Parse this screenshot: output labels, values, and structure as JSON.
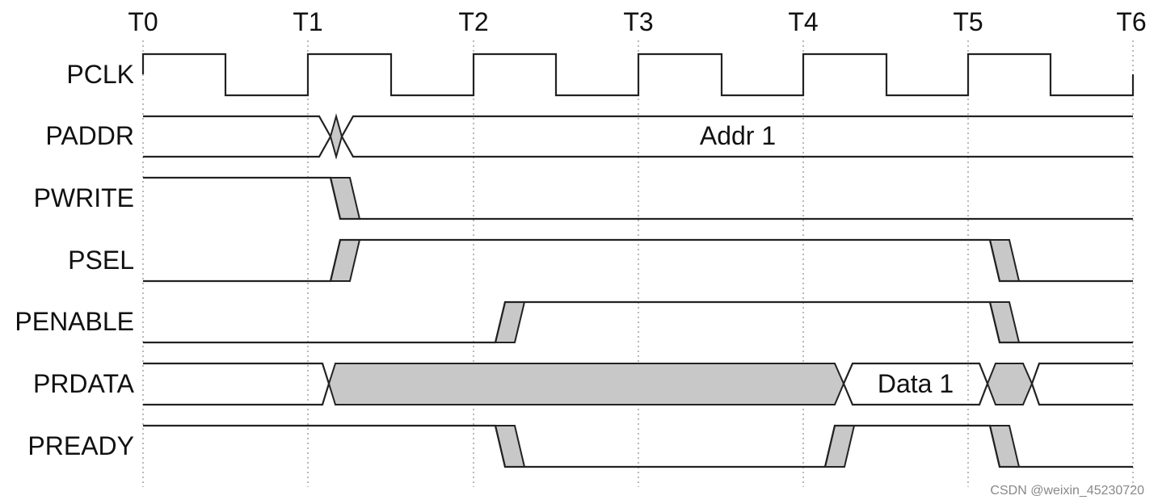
{
  "diagram": {
    "time_markers": [
      "T0",
      "T1",
      "T2",
      "T3",
      "T4",
      "T5",
      "T6"
    ],
    "signals": [
      {
        "id": "pclk",
        "label": "PCLK"
      },
      {
        "id": "paddr",
        "label": "PADDR",
        "value": "Addr 1"
      },
      {
        "id": "pwrite",
        "label": "PWRITE"
      },
      {
        "id": "psel",
        "label": "PSEL"
      },
      {
        "id": "penable",
        "label": "PENABLE"
      },
      {
        "id": "prdata",
        "label": "PRDATA",
        "value": "Data 1"
      },
      {
        "id": "pready",
        "label": "PREADY"
      }
    ],
    "colors": {
      "line": "#222222",
      "transition_fill": "#c8c8c8",
      "grid": "#8a8a8a"
    }
  },
  "watermark": "CSDN @weixin_45230720"
}
